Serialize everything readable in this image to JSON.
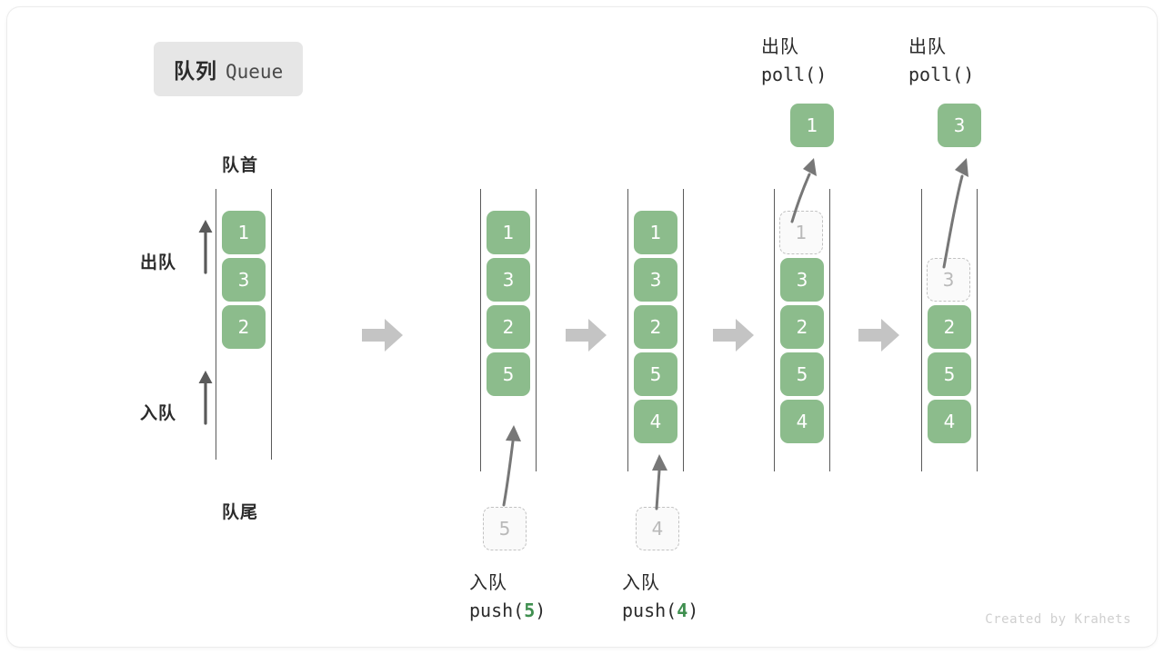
{
  "title": {
    "cn": "队列",
    "en": "Queue"
  },
  "legend": {
    "front": "队首",
    "rear": "队尾",
    "dequeue": "出队",
    "enqueue": "入队"
  },
  "credit": "Created by Krahets",
  "colors": {
    "element": "#8cbc8c",
    "element_text": "#ffffff",
    "ghost_border": "#c2c2c2",
    "ghost_text": "#b9b9b9",
    "rail": "#5a5a5a",
    "step_arrow": "#c4c4c4",
    "badge_bg": "#e6e6e6",
    "code_accent": "#3f8f4f",
    "text": "#2b2b2b"
  },
  "columns": [
    {
      "id": "state-initial",
      "capacity": 5,
      "slots": [
        {
          "value": "1",
          "state": "filled"
        },
        {
          "value": "3",
          "state": "filled"
        },
        {
          "value": "2",
          "state": "filled"
        },
        {
          "value": "",
          "state": "empty"
        },
        {
          "value": "",
          "state": "empty"
        }
      ],
      "caption": null,
      "popped": null
    },
    {
      "id": "state-after-push-5",
      "capacity": 5,
      "slots": [
        {
          "value": "1",
          "state": "filled"
        },
        {
          "value": "3",
          "state": "filled"
        },
        {
          "value": "2",
          "state": "filled"
        },
        {
          "value": "5",
          "state": "filled"
        },
        {
          "value": "",
          "state": "empty"
        }
      ],
      "incoming": {
        "value": "5",
        "state": "ghost"
      },
      "caption": {
        "cn": "入队",
        "code_prefix": "push(",
        "code_value": "5",
        "code_suffix": ")"
      },
      "popped": null
    },
    {
      "id": "state-after-push-4",
      "capacity": 5,
      "slots": [
        {
          "value": "1",
          "state": "filled"
        },
        {
          "value": "3",
          "state": "filled"
        },
        {
          "value": "2",
          "state": "filled"
        },
        {
          "value": "5",
          "state": "filled"
        },
        {
          "value": "4",
          "state": "filled"
        }
      ],
      "incoming": {
        "value": "4",
        "state": "ghost"
      },
      "caption": {
        "cn": "入队",
        "code_prefix": "push(",
        "code_value": "4",
        "code_suffix": ")"
      },
      "popped": null
    },
    {
      "id": "state-after-poll-1",
      "capacity": 5,
      "slots": [
        {
          "value": "1",
          "state": "ghost"
        },
        {
          "value": "3",
          "state": "filled"
        },
        {
          "value": "2",
          "state": "filled"
        },
        {
          "value": "5",
          "state": "filled"
        },
        {
          "value": "4",
          "state": "filled"
        }
      ],
      "caption": null,
      "popped": {
        "value": "1",
        "cn": "出队",
        "code": "poll()"
      }
    },
    {
      "id": "state-after-poll-3",
      "capacity": 5,
      "slots": [
        {
          "value": "",
          "state": "empty"
        },
        {
          "value": "3",
          "state": "ghost"
        },
        {
          "value": "2",
          "state": "filled"
        },
        {
          "value": "5",
          "state": "filled"
        },
        {
          "value": "4",
          "state": "filled"
        }
      ],
      "caption": null,
      "popped": {
        "value": "3",
        "cn": "出队",
        "code": "poll()"
      }
    }
  ],
  "step_arrows": [
    {
      "name": "step-arrow-1"
    },
    {
      "name": "step-arrow-2"
    },
    {
      "name": "step-arrow-3"
    },
    {
      "name": "step-arrow-4"
    }
  ]
}
